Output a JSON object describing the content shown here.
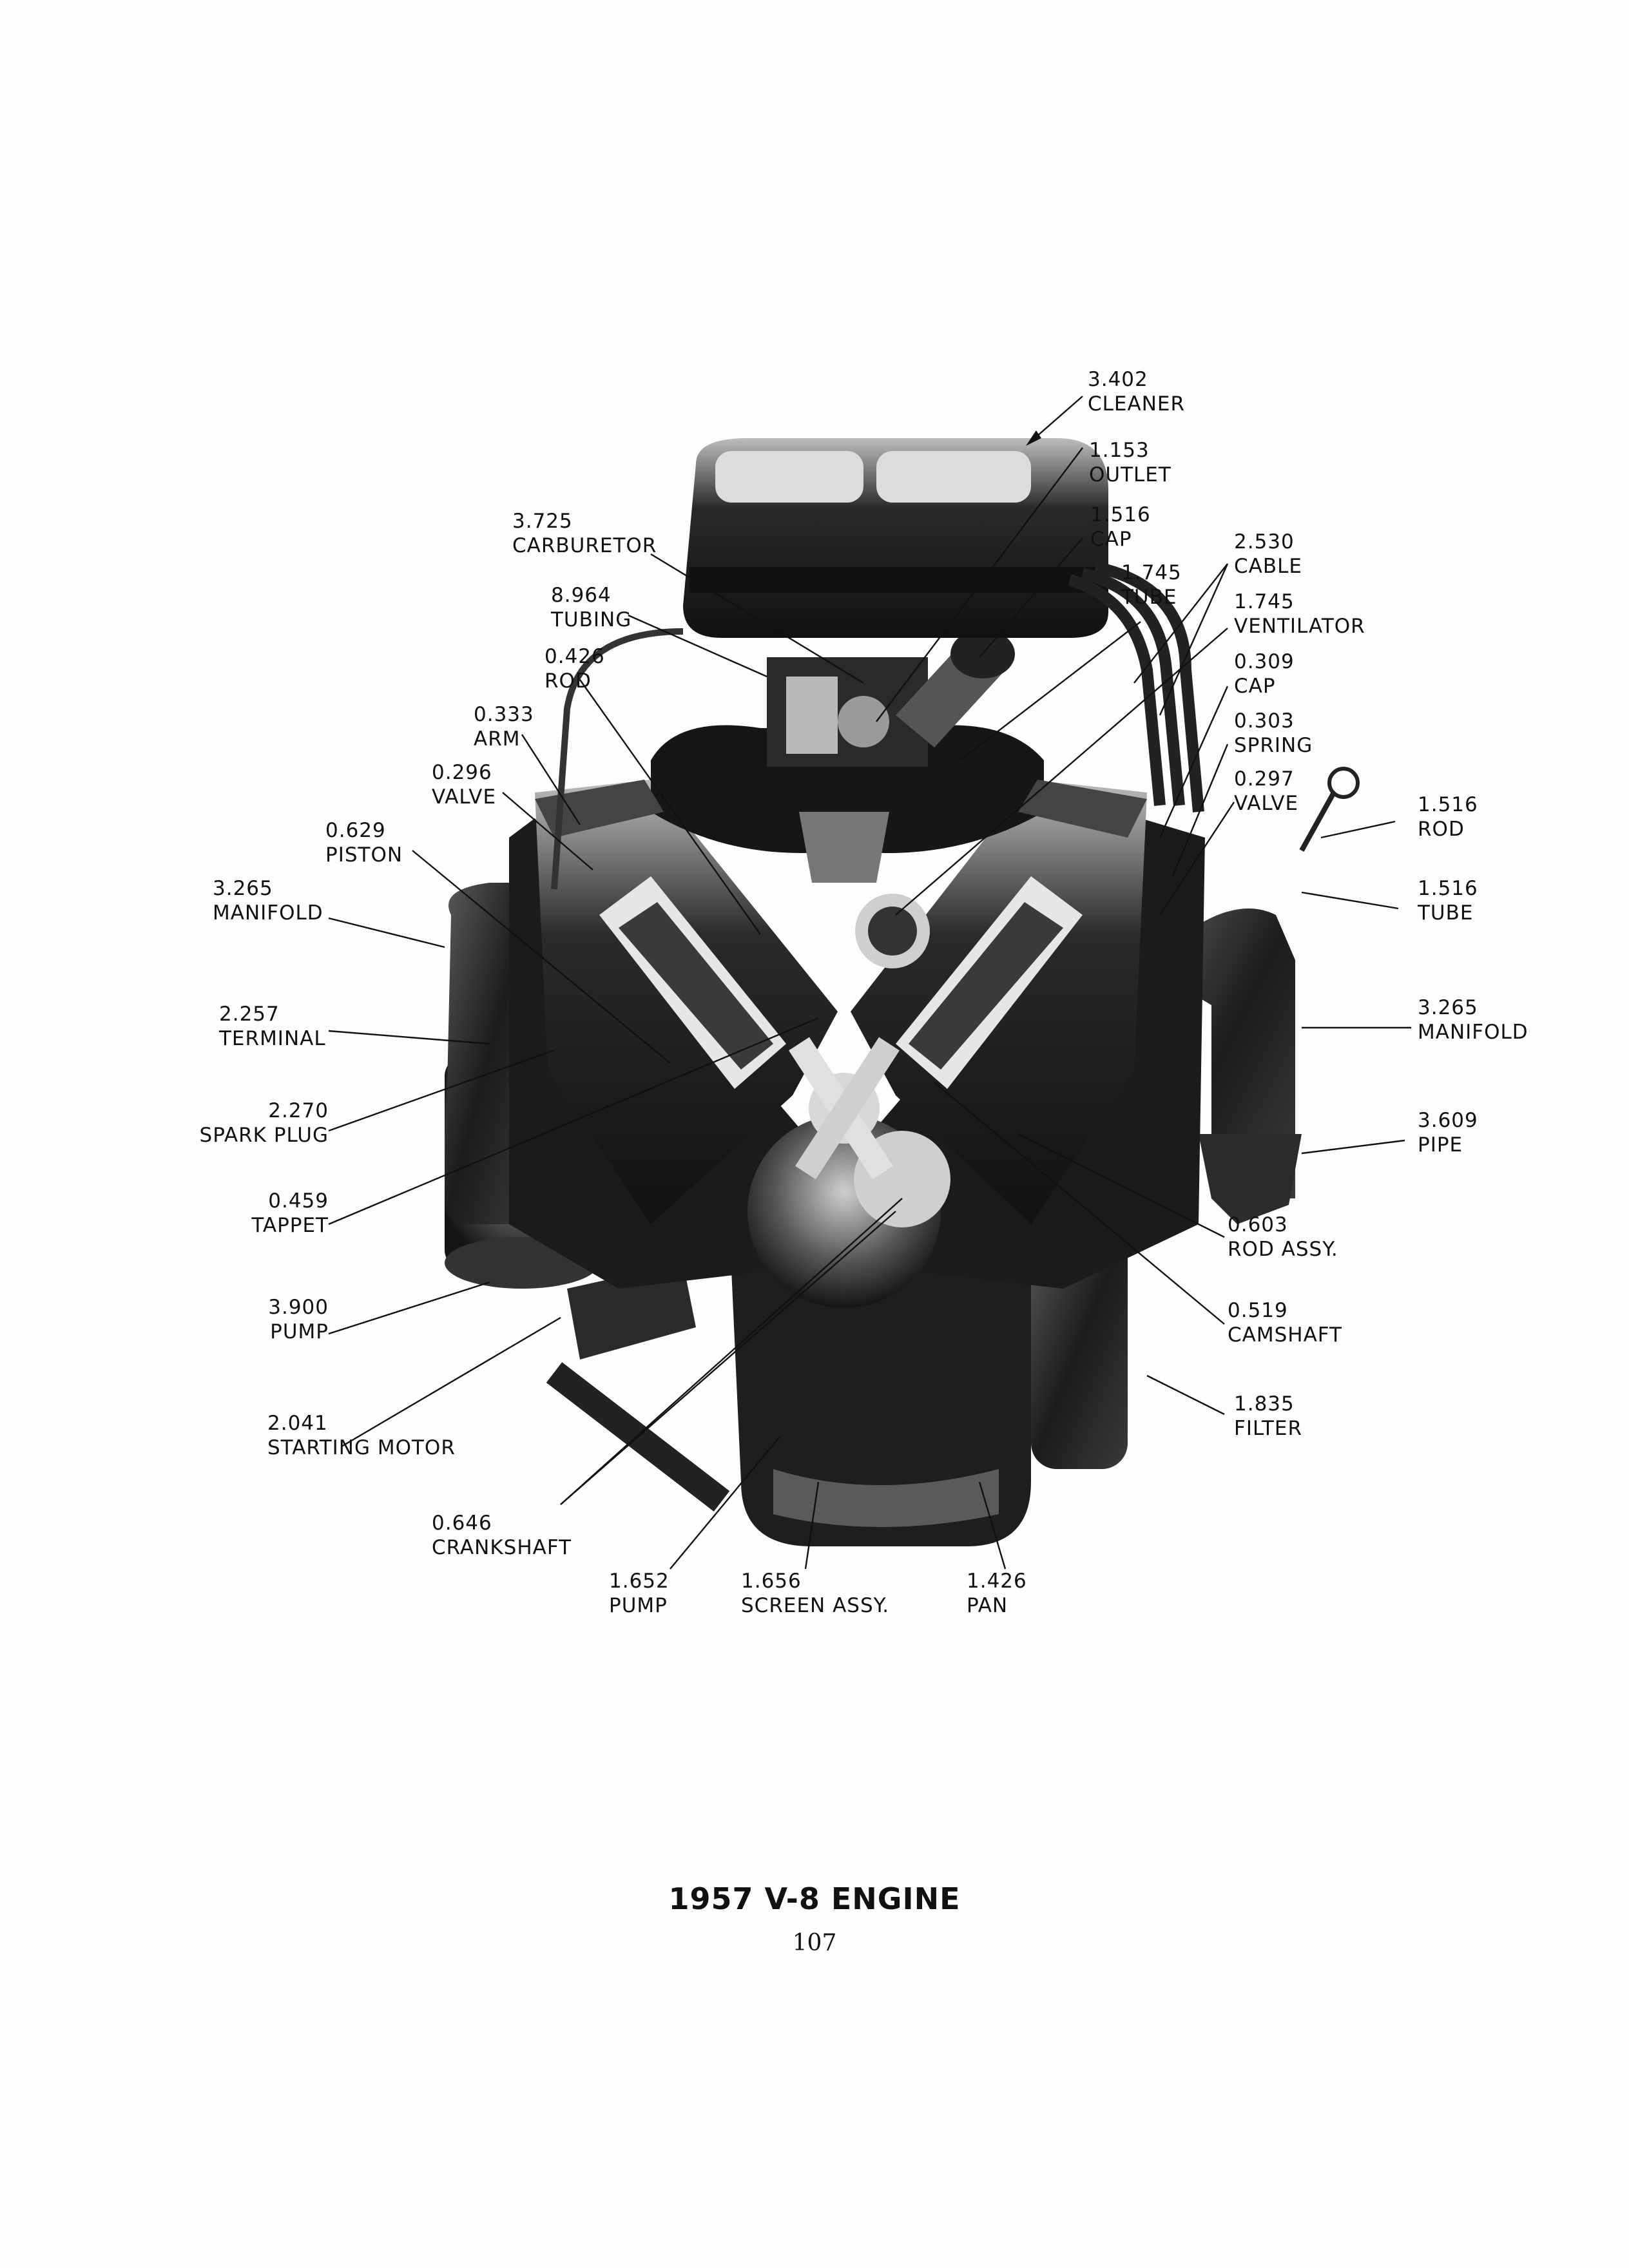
{
  "caption": "1957 V-8 ENGINE",
  "page_number": "107",
  "callouts": [
    {
      "num": "3.402",
      "name": "CLEANER"
    },
    {
      "num": "1.153",
      "name": "OUTLET"
    },
    {
      "num": "1.516",
      "name": "CAP"
    },
    {
      "num": "1.745",
      "name": "TUBE"
    },
    {
      "num": "2.530",
      "name": "CABLE"
    },
    {
      "num": "1.745",
      "name": "VENTILATOR"
    },
    {
      "num": "0.309",
      "name": "CAP"
    },
    {
      "num": "0.303",
      "name": "SPRING"
    },
    {
      "num": "0.297",
      "name": "VALVE"
    },
    {
      "num": "1.516",
      "name": "ROD"
    },
    {
      "num": "1.516",
      "name": "TUBE"
    },
    {
      "num": "3.265",
      "name": "MANIFOLD"
    },
    {
      "num": "3.609",
      "name": "PIPE"
    },
    {
      "num": "0.603",
      "name": "ROD ASSY."
    },
    {
      "num": "0.519",
      "name": "CAMSHAFT"
    },
    {
      "num": "1.835",
      "name": "FILTER"
    },
    {
      "num": "1.426",
      "name": "PAN"
    },
    {
      "num": "1.656",
      "name": "SCREEN ASSY."
    },
    {
      "num": "1.652",
      "name": "PUMP"
    },
    {
      "num": "0.646",
      "name": "CRANKSHAFT"
    },
    {
      "num": "2.041",
      "name": "STARTING MOTOR"
    },
    {
      "num": "3.900",
      "name": "PUMP"
    },
    {
      "num": "0.459",
      "name": "TAPPET"
    },
    {
      "num": "2.270",
      "name": "SPARK PLUG"
    },
    {
      "num": "2.257",
      "name": "TERMINAL"
    },
    {
      "num": "3.265",
      "name": "MANIFOLD"
    },
    {
      "num": "0.629",
      "name": "PISTON"
    },
    {
      "num": "0.296",
      "name": "VALVE"
    },
    {
      "num": "0.333",
      "name": "ARM"
    },
    {
      "num": "0.426",
      "name": "ROD"
    },
    {
      "num": "8.964",
      "name": "TUBING"
    },
    {
      "num": "3.725",
      "name": "CARBURETOR"
    }
  ]
}
